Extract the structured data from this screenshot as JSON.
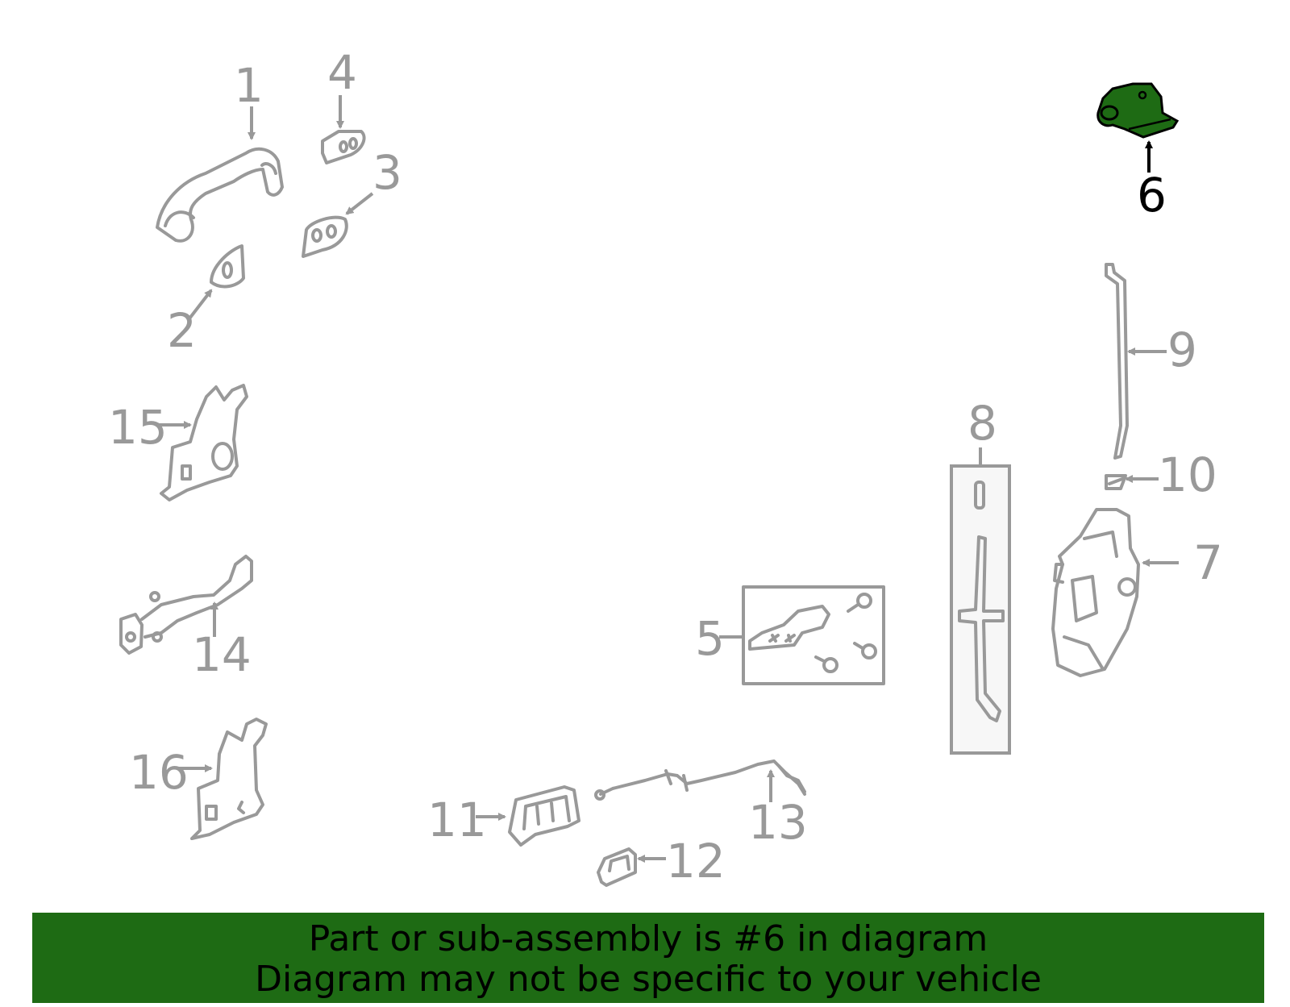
{
  "diagram": {
    "highlight_color": "#1e6b14",
    "part_color": "#999999",
    "highlighted_part": "6",
    "callouts": [
      "1",
      "2",
      "3",
      "4",
      "5",
      "6",
      "7",
      "8",
      "9",
      "10",
      "11",
      "12",
      "13",
      "14",
      "15",
      "16"
    ]
  },
  "banner": {
    "background": "#1e6b14",
    "line1": "Part or sub-assembly is #6 in diagram",
    "line2": "Diagram may not be specific to your vehicle"
  }
}
